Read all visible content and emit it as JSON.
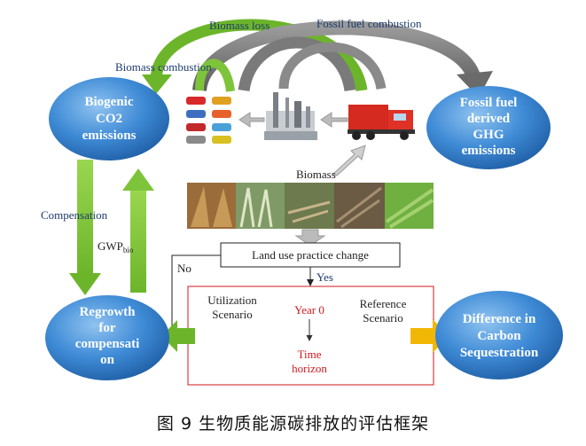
{
  "nodes": {
    "biogenic": [
      "Biogenic",
      "CO2",
      "emissions"
    ],
    "fossil": [
      "Fossil fuel",
      "derived",
      "GHG",
      "emissions"
    ],
    "regrowth": [
      "Regrowth",
      "for",
      "compensati",
      "on"
    ],
    "difference": [
      "Difference in",
      "Carbon",
      "Sequestration"
    ]
  },
  "labels": {
    "biomass_loss": "Biomass loss",
    "fossil_combustion": "Fossil fuel combustion",
    "biomass_combustion": "Biomass combustion",
    "biomass": "Biomass",
    "compensation": "Compensation",
    "gwp": "GWP",
    "gwp_sub": "bio",
    "no": "No",
    "yes": "Yes"
  },
  "decision": {
    "text": "Land use practice change"
  },
  "scenario": {
    "utilization": [
      "Utilization",
      "Scenario"
    ],
    "year": "Year 0",
    "time": [
      "Time",
      "horizon"
    ],
    "reference": [
      "Reference",
      "Scenario"
    ]
  },
  "caption": "图 9 生物质能源碳排放的评估框架"
}
